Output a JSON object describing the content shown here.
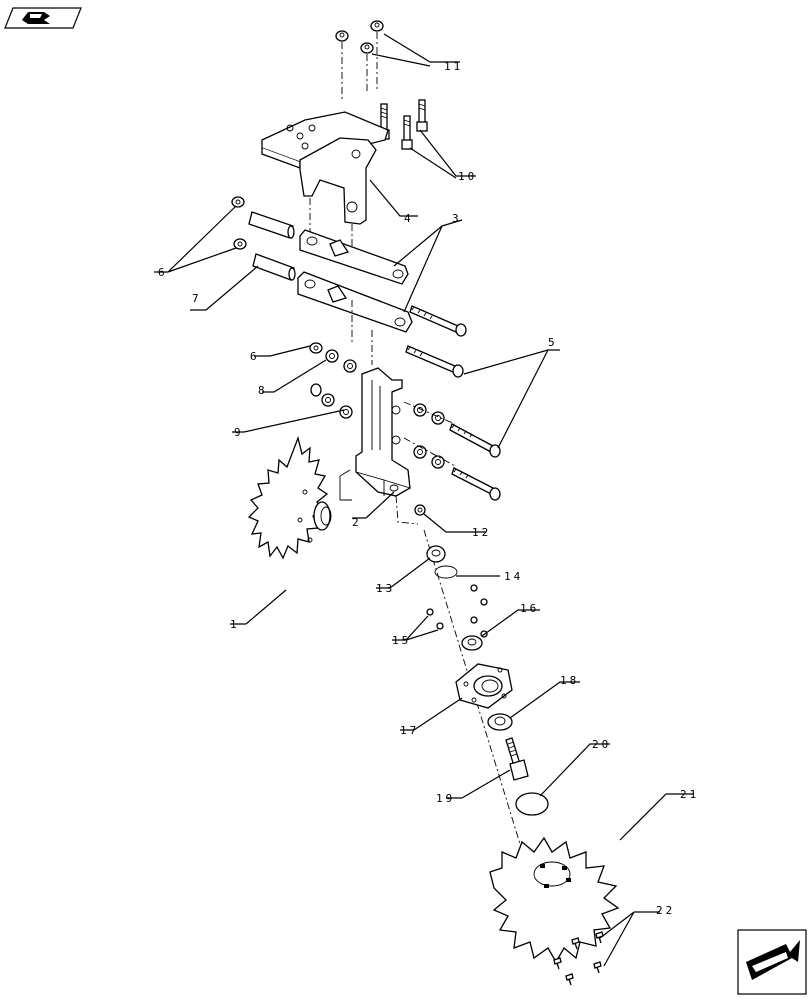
{
  "callouts": {
    "c1": "1",
    "c2": "2",
    "c3": "3",
    "c4": "4",
    "c5": "5",
    "c6a": "6",
    "c6b": "6",
    "c7": "7",
    "c8": "8",
    "c9": "9",
    "c10": "10",
    "c11": "11",
    "c12": "12",
    "c13": "13",
    "c14": "14",
    "c15": "15",
    "c16": "16",
    "c17": "17",
    "c18": "18",
    "c19": "19",
    "c20": "20",
    "c21": "21",
    "c22": "22"
  },
  "icons": {
    "top_left": "book-icon",
    "bottom_right": "next-page-arrow-icon"
  }
}
